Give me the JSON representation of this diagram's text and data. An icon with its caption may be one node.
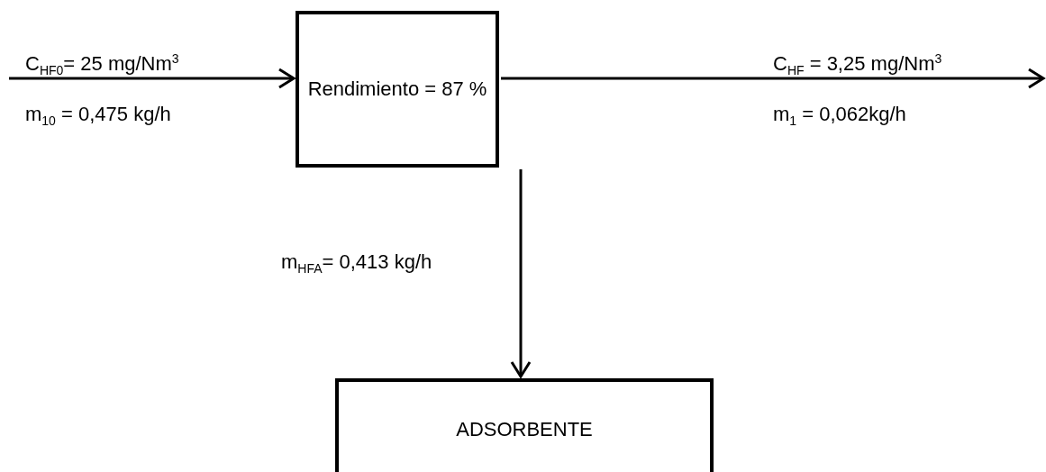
{
  "diagram": {
    "nodes": [
      {
        "text": [
          "Rendimiento = 87 %"
        ]
      },
      {
        "text": [
          "ADSORBENTE"
        ]
      }
    ],
    "edges": [
      {
        "from": null,
        "to": 0,
        "arrow": "to",
        "label": "C$_{HF0}$= 25 mg/Nm$^{3}$"
      },
      {
        "from": 0,
        "to": null,
        "arrow": "to",
        "label": "C$_{HF}$ = 3,25 mg/Nm$^{3}$"
      },
      {
        "from": 0,
        "to": 1,
        "arrow": "to",
        "label": "m$_{HFA}$= 0,413 kg/h"
      }
    ],
    "labels": [
      "m$_{10}$ = 0,475 kg/h",
      "m$_{1}$ = 0,062kg/h"
    ]
  }
}
